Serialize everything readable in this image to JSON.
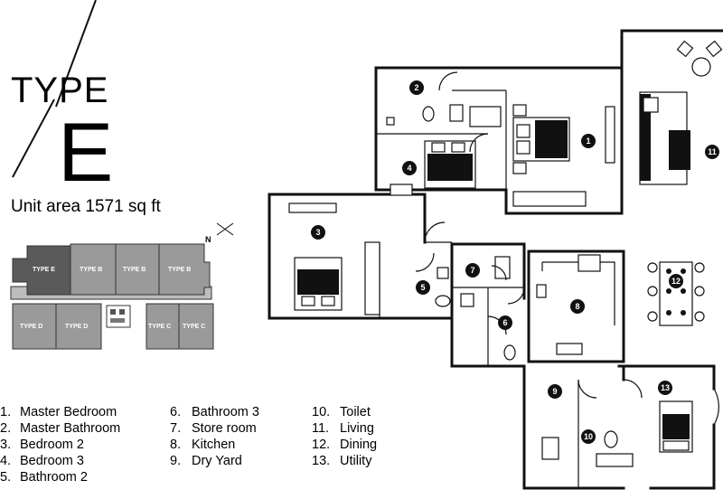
{
  "title": {
    "type_word": "TYPE",
    "type_letter": "E"
  },
  "unit_area": "Unit area 1571 sq ft",
  "key_plan": {
    "north": "N",
    "blocks": [
      {
        "label": "TYPE E",
        "highlight": true
      },
      {
        "label": "TYPE B",
        "highlight": false
      },
      {
        "label": "TYPE B",
        "highlight": false
      },
      {
        "label": "TYPE B",
        "highlight": false
      },
      {
        "label": "TYPE D",
        "highlight": false
      },
      {
        "label": "TYPE D",
        "highlight": false
      },
      {
        "label": "TYPE C",
        "highlight": false
      },
      {
        "label": "TYPE C",
        "highlight": false
      }
    ]
  },
  "legend": [
    {
      "num": "1.",
      "label": "Master Bedroom"
    },
    {
      "num": "2.",
      "label": "Master Bathroom"
    },
    {
      "num": "3.",
      "label": "Bedroom 2"
    },
    {
      "num": "4.",
      "label": "Bedroom 3"
    },
    {
      "num": "5.",
      "label": "Bathroom 2"
    },
    {
      "num": "6.",
      "label": "Bathroom 3"
    },
    {
      "num": "7.",
      "label": "Store room"
    },
    {
      "num": "8.",
      "label": "Kitchen"
    },
    {
      "num": "9.",
      "label": "Dry Yard"
    },
    {
      "num": "10.",
      "label": "Toilet"
    },
    {
      "num": "11.",
      "label": "Living"
    },
    {
      "num": "12.",
      "label": "Dining"
    },
    {
      "num": "13.",
      "label": "Utility"
    }
  ],
  "plan_badges": [
    "1",
    "2",
    "3",
    "4",
    "5",
    "6",
    "7",
    "8",
    "9",
    "10",
    "11",
    "12",
    "13"
  ],
  "colors": {
    "ink": "#111111",
    "key_highlight": "#5a5a5a",
    "key_block": "#9a9a9a",
    "key_outline": "#333333"
  }
}
